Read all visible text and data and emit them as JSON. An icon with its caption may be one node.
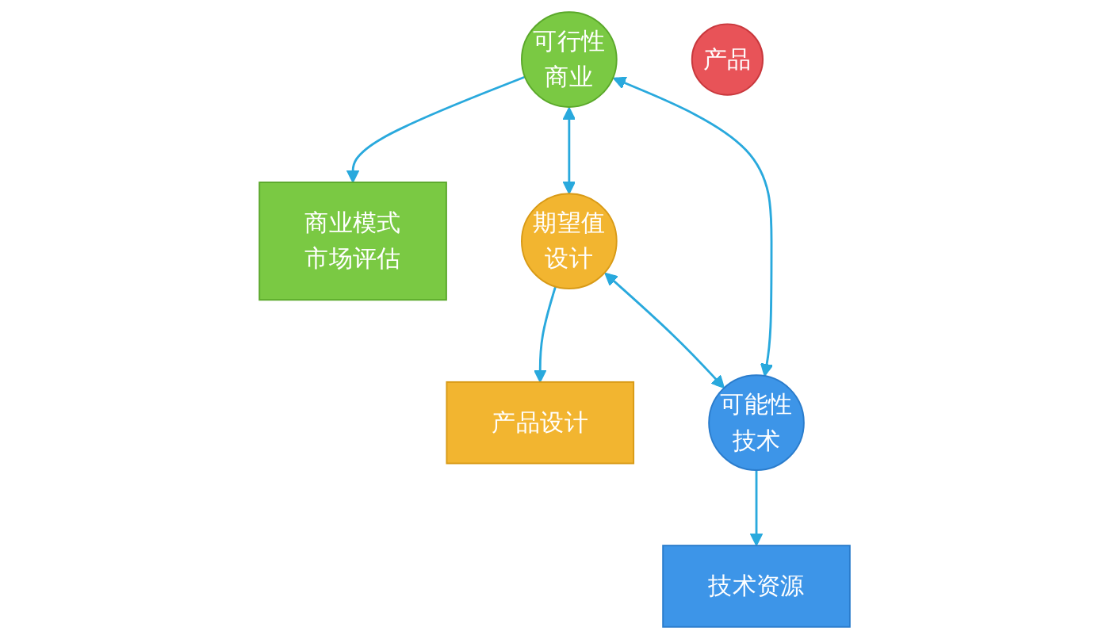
{
  "diagram": {
    "nodes": [
      {
        "text": [
          "可行性",
          "商业"
        ]
      },
      {
        "text": [
          "商业模式",
          "市场评估"
        ]
      },
      {
        "text": [
          "产品"
        ]
      },
      {
        "text": [
          "期望值",
          "设计"
        ]
      },
      {
        "text": [
          "产品设计"
        ]
      },
      {
        "text": [
          "可能性",
          "技术"
        ]
      },
      {
        "text": [
          "技术资源"
        ]
      }
    ],
    "edges": [
      {
        "from": 0,
        "to": 1,
        "arrow": "to"
      },
      {
        "from": 0,
        "to": 3,
        "arrow": "both"
      },
      {
        "from": 0,
        "to": 5,
        "arrow": "both"
      },
      {
        "from": 3,
        "to": 5,
        "arrow": "both"
      },
      {
        "from": 3,
        "to": 4,
        "arrow": "to"
      },
      {
        "from": 5,
        "to": 6,
        "arrow": "to"
      }
    ]
  }
}
